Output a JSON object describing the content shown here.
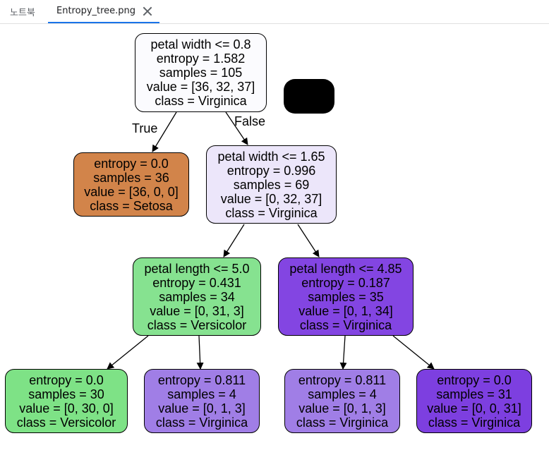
{
  "tabs": [
    {
      "label": "노트북"
    },
    {
      "label": "Entropy_tree.png",
      "active": true
    }
  ],
  "tree": {
    "nodes": {
      "root": {
        "color": "#fbfbfe",
        "lines": [
          "petal width <= 0.8",
          "entropy = 1.582",
          "samples = 105",
          "value = [36, 32, 37]",
          "class = Virginica"
        ]
      },
      "setosa": {
        "color": "#d2844a",
        "lines": [
          "entropy = 0.0",
          "samples = 36",
          "value = [36, 0, 0]",
          "class = Setosa"
        ]
      },
      "split2": {
        "color": "#ece6fa",
        "lines": [
          "petal width <= 1.65",
          "entropy = 0.996",
          "samples = 69",
          "value = [0, 32, 37]",
          "class = Virginica"
        ]
      },
      "split3": {
        "color": "#86e290",
        "lines": [
          "petal length <= 5.0",
          "entropy = 0.431",
          "samples = 34",
          "value = [0, 31, 3]",
          "class = Versicolor"
        ]
      },
      "split4": {
        "color": "#8345e2",
        "lines": [
          "petal length <= 4.85",
          "entropy = 0.187",
          "samples = 35",
          "value = [0, 1, 34]",
          "class = Virginica"
        ]
      },
      "leaf1": {
        "color": "#7ee286",
        "lines": [
          "entropy = 0.0",
          "samples = 30",
          "value = [0, 30, 0]",
          "class = Versicolor"
        ]
      },
      "leaf2": {
        "color": "#a07ee6",
        "lines": [
          "entropy = 0.811",
          "samples = 4",
          "value = [0, 1, 3]",
          "class = Virginica"
        ]
      },
      "leaf3": {
        "color": "#a07ee6",
        "lines": [
          "entropy = 0.811",
          "samples = 4",
          "value = [0, 1, 3]",
          "class = Virginica"
        ]
      },
      "leaf4": {
        "color": "#7d3fe0",
        "lines": [
          "entropy = 0.0",
          "samples = 31",
          "value = [0, 0, 31]",
          "class = Virginica"
        ]
      }
    },
    "edge_labels": {
      "true": "True",
      "false": "False"
    }
  }
}
